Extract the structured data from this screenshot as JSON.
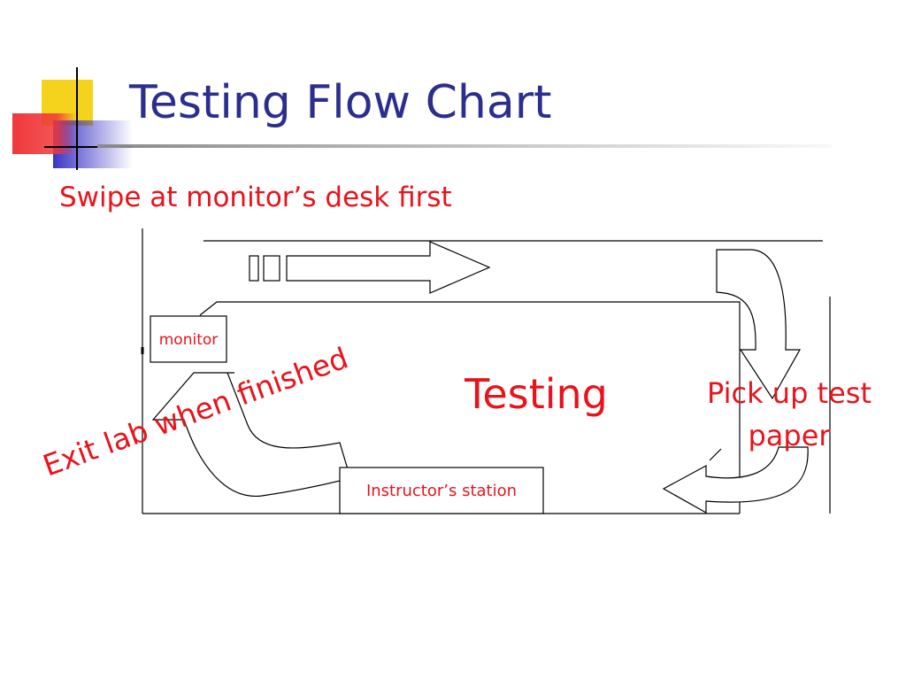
{
  "slide": {
    "title": "Testing Flow Chart",
    "subtitle": "Swipe at monitor’s desk first"
  },
  "diagram": {
    "monitor_label": "monitor",
    "testing_label": "Testing",
    "pickup_line1": "Pick up test",
    "pickup_line2": "paper",
    "exit_label": "Exit lab when finished",
    "instructor_label": "Instructor’s station"
  },
  "colors": {
    "title": "#2b2e8c",
    "accent_red": "#e8131b",
    "logo_yellow": "#f5d21b",
    "logo_red": "#f0383a",
    "logo_blue": "#3a34c4",
    "line": "#000000"
  }
}
